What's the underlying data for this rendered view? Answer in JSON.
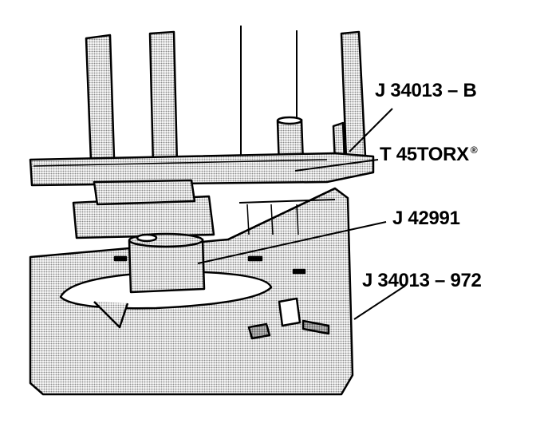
{
  "callouts": {
    "c1": "J 34013 – B",
    "c2": "T 45TORX",
    "c2_mark": "®",
    "c3": "J 42991",
    "c4": "J 34013 – 972"
  },
  "colors": {
    "ink": "#000000",
    "halftone": "#b9b9b9",
    "paper": "#ffffff"
  }
}
